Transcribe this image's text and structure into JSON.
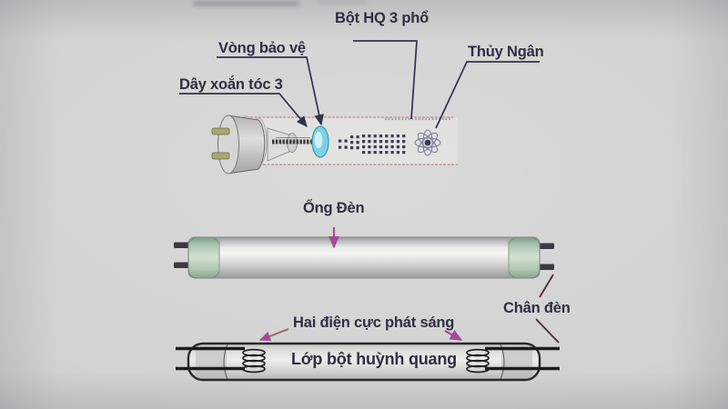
{
  "diagram": {
    "subject": "fluorescent-lamp-structure",
    "labels": {
      "filament_coil": "Dây xoắn tóc 3",
      "protective_ring": "Vòng bảo vệ",
      "phosphor_powder": "Bột HQ 3 phổ",
      "mercury": "Thủy Ngân",
      "lamp_tube": "Ổng Đèn",
      "lamp_base": "Chân đèn",
      "electrodes": "Hai điện cực phát sáng",
      "fluorescent_coating": "Lớp bột huỳnh quang"
    },
    "colors": {
      "ink": "#2e2e44",
      "leader": "#32324a",
      "magenta": "#a8489a",
      "maroon": "#4c2a3a",
      "tan_arrow": "#96685a",
      "ring_cyan": "#7cd2e4",
      "cap_mint": "#c2d7c4",
      "pin_dark": "#3a3a40",
      "pin_olive": "#a8a873",
      "coating_pink": "#c49898",
      "dot_navy": "#3a3a55",
      "background": "#d2d2d2"
    }
  }
}
